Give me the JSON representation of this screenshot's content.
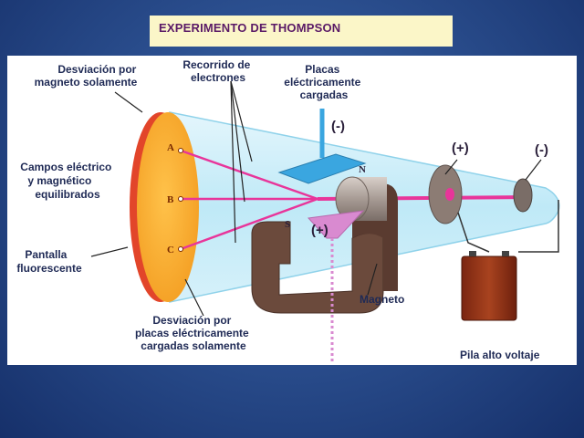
{
  "title": "EXPERIMENTO DE THOMPSON",
  "labels": {
    "magnet_deviation": [
      "Desviación por",
      "magneto solamente"
    ],
    "electron_path": [
      "Recorrido de",
      "electrones"
    ],
    "charged_plates": [
      "Placas",
      "eléctricamente",
      "cargadas"
    ],
    "balanced_fields": [
      "Campos eléctrico",
      "y  magnético",
      "equilibrados"
    ],
    "fluorescent_screen": [
      "Pantalla",
      "fluorescente"
    ],
    "plates_deviation": [
      "Desviación por",
      "placas eléctricamente",
      "cargadas solamente"
    ],
    "magnet": "Magneto",
    "battery": "Pila alto voltaje"
  },
  "points": [
    "A",
    "B",
    "C"
  ],
  "signs": {
    "top_plate": "(-)",
    "bottom_plate": "(+)",
    "anode": "(+)",
    "cathode": "(-)"
  },
  "magnet_poles": [
    "N",
    "S"
  ],
  "colors": {
    "title_bg": "#fbf6c8",
    "title_text": "#5a1a66",
    "screen": "#f5a623",
    "screen_rim": "#e2452a",
    "beam": "#e8359a",
    "tube": "#bfe9f7",
    "magnet": "#6b4a3c",
    "plate_top": "#3aa6e0",
    "plate_bottom": "#d98ad0",
    "battery": "#8a2d12"
  }
}
